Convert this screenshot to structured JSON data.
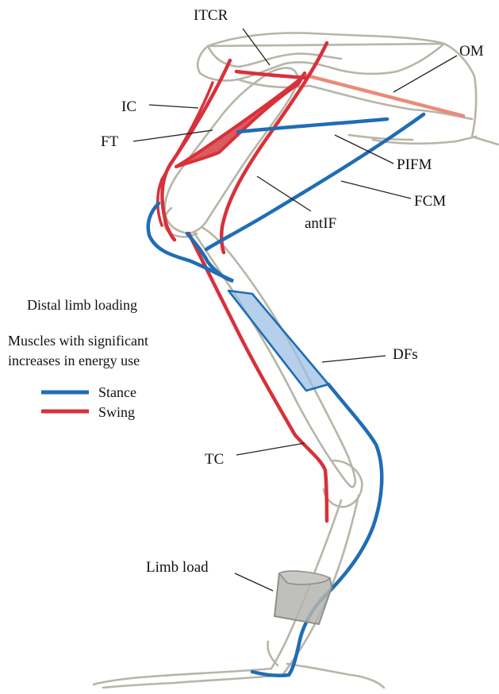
{
  "colors": {
    "stance": "#1f6db5",
    "swing": "#d8313a",
    "om_muscle": "#ec8a78",
    "ft_fill": "#dc5a62",
    "dfs_fill": "#9dbfe3",
    "bone": "#b7b5a8",
    "limb_load_fill": "#b4b4b0",
    "text": "#111111"
  },
  "labels": {
    "itcr": "ITCR",
    "om": "OM",
    "ic": "IC",
    "ft": "FT",
    "pifm": "PIFM",
    "fcm": "FCM",
    "antif": "antIF",
    "dfs": "DFs",
    "tc": "TC",
    "limb_load": "Limb load"
  },
  "side_text": {
    "condition": "Distal limb loading",
    "note_line1": "Muscles with significant",
    "note_line2": "increases in energy use"
  },
  "legend": [
    {
      "key": "stance",
      "label": "Stance",
      "color": "#1f6db5"
    },
    {
      "key": "swing",
      "label": "Swing",
      "color": "#d8313a"
    }
  ],
  "muscles": [
    {
      "name": "ITCR",
      "phase": "swing",
      "color": "#d8313a"
    },
    {
      "name": "OM",
      "phase": "swing",
      "color": "#ec8a78"
    },
    {
      "name": "IC",
      "phase": "swing",
      "color": "#d8313a"
    },
    {
      "name": "FT",
      "phase": "swing",
      "color": "#d8313a"
    },
    {
      "name": "antIF",
      "phase": "swing",
      "color": "#d8313a"
    },
    {
      "name": "TC",
      "phase": "swing",
      "color": "#d8313a"
    },
    {
      "name": "PIFM",
      "phase": "stance",
      "color": "#1f6db5"
    },
    {
      "name": "FCM",
      "phase": "stance",
      "color": "#1f6db5"
    },
    {
      "name": "DFs",
      "phase": "stance",
      "color": "#1f6db5"
    }
  ]
}
